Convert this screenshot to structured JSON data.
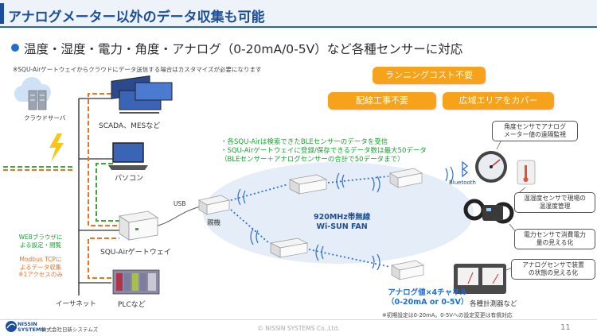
{
  "header": {
    "title": "アナログメーター以外のデータ収集も可能",
    "subtitle": "温度・湿度・電力・角度・アナログ（0-20mA/0-5V）など各種センサーに対応",
    "note": "※SQU-Airゲートウェイからクラウドにデータ送信する場合はカスタマイズが必要になります"
  },
  "pills": {
    "running_cost": "ランニングコスト不要",
    "no_wiring": "配線工事不要",
    "wide_area": "広域エリアをカバー"
  },
  "left_network": {
    "cloud_server": "クラウドサーバ",
    "scada": "SCADA、MESなど",
    "pc": "パソコン",
    "usb": "USB",
    "gateway": "SQU-Airゲートウェイ",
    "plc": "PLCなど",
    "ethernet": "イーサネット"
  },
  "side_notes": {
    "web_lines": [
      "WEBブラウザに",
      "よる設定・閲覧"
    ],
    "modbus_lines": [
      "Modbus TCPに",
      "よるデータ収集",
      "※1アクセスのみ"
    ]
  },
  "green_notes": [
    "・各SQU-Airは検索できたBLEセンサーのデータを受信",
    "・SQU-Airゲートウェイに登録/保存できるデータ数は最大50データ",
    "（BLEセンサー＋アナログセンサーの合計で50データまで）"
  ],
  "mesh": {
    "parent": "親機",
    "wisun_lines": [
      "920MHz帯無線",
      "Wi-SUN FAN"
    ]
  },
  "analog": {
    "lines": [
      "アナログ値×4チャネル",
      "（0-20mA or 0-5V）"
    ],
    "instruments": "各種計測器など",
    "initial_note": "※初期設定は0-20mA。0-5Vへの設定変更は有償対応"
  },
  "callouts": {
    "angle": [
      "角度センサでアナログ",
      "メーター値の遠隔監視"
    ],
    "temp": [
      "温湿度センサで現場の",
      "温湿度管理"
    ],
    "power": [
      "電力センサで消費電力",
      "量の見える化"
    ],
    "analog_dev": [
      "アナログセンサで装置",
      "の状態の見える化"
    ],
    "bluetooth": "Bluetooth"
  },
  "footer": {
    "logo_word_1": "NISSIN",
    "logo_word_2": "SYSTEMS",
    "company": "株式会社日新システムズ",
    "copyright": "© NISSIN SYSTEMS Co.,Ltd.",
    "page": "11"
  },
  "colors": {
    "brand_blue": "#1b4f9c",
    "accent_orange": "#f7a21b",
    "note_green": "#18a532",
    "modbus_orange": "#e8742a",
    "wave_blue": "#2e6fd6"
  }
}
